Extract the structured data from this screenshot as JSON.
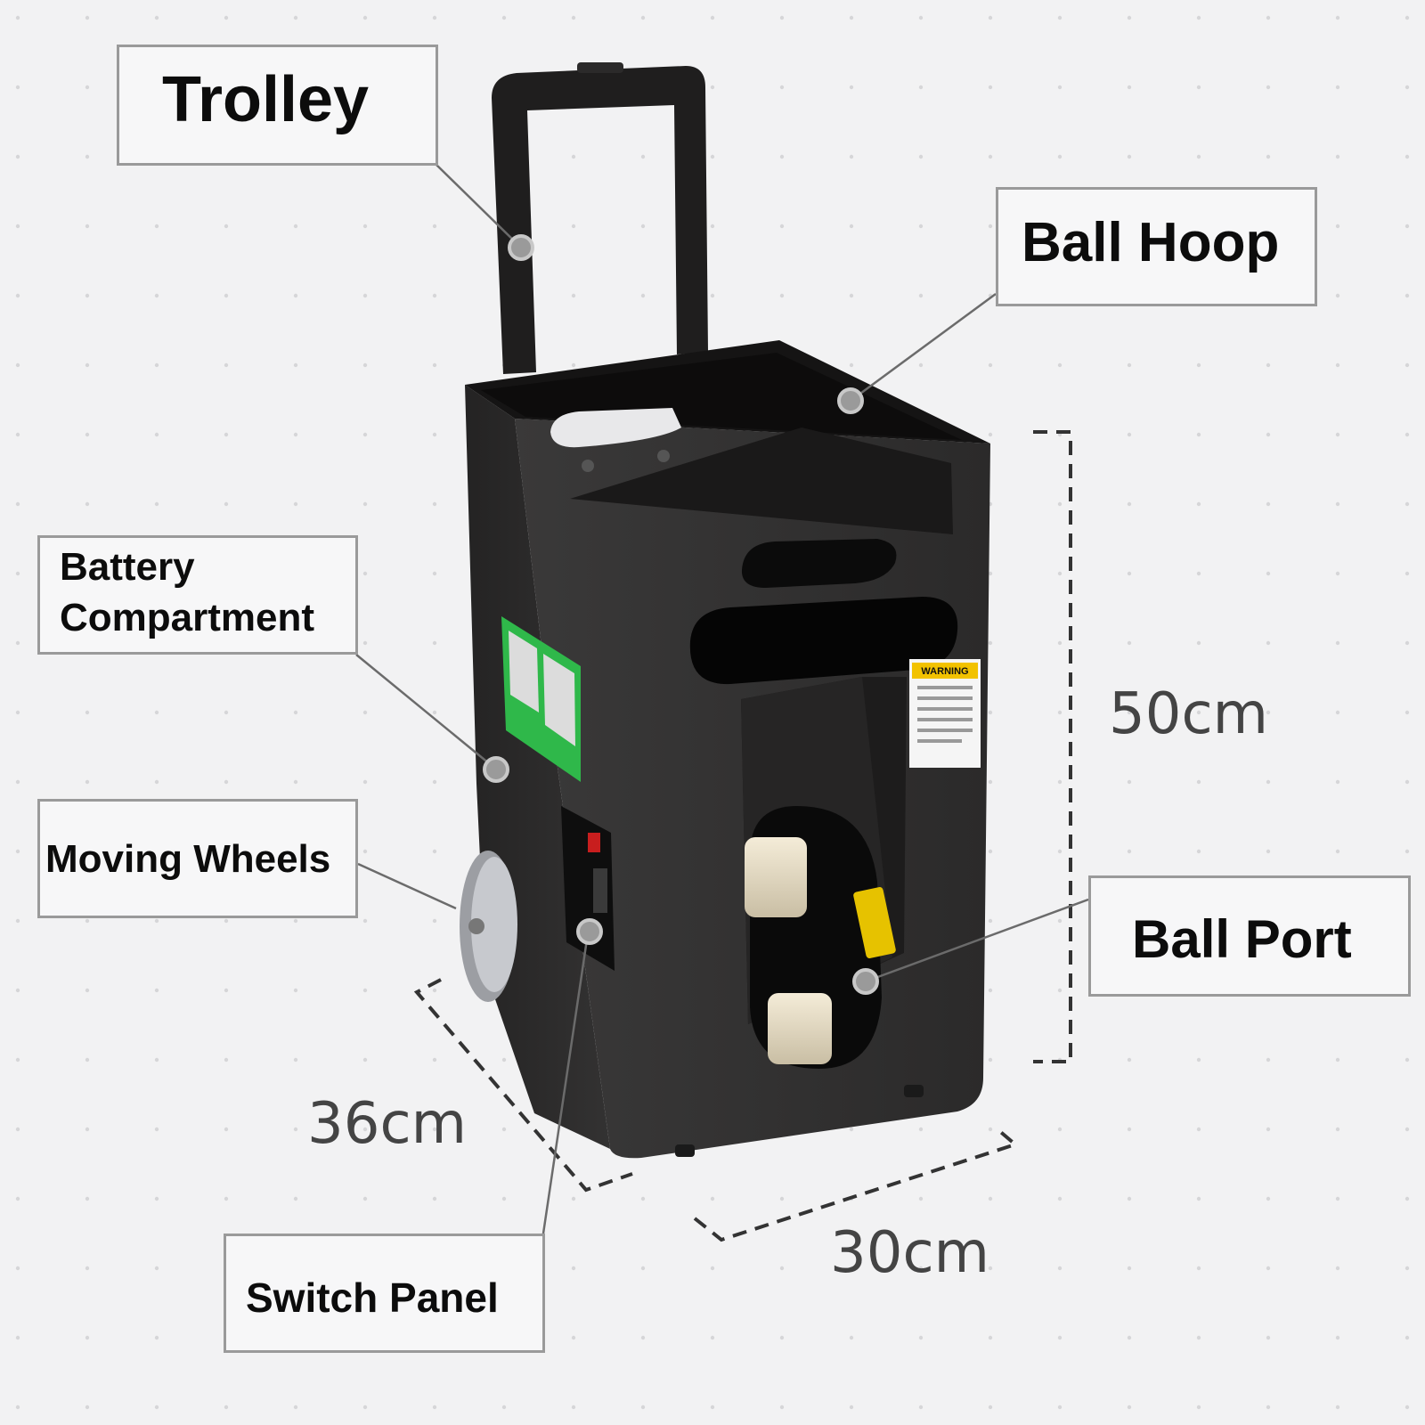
{
  "labels": {
    "trolley": "Trolley",
    "ball_hoop": "Ball Hoop",
    "battery_line1": "Battery",
    "battery_line2": "Compartment",
    "moving_wheels": "Moving Wheels",
    "ball_port": "Ball Port",
    "switch_panel": "Switch Panel"
  },
  "dimensions": {
    "height": "50cm",
    "depth": "36cm",
    "width": "30cm"
  },
  "sticker": {
    "warning": "WARNING"
  },
  "colors": {
    "machine_body": "#2e2d2d",
    "label_border": "#9a9a9a",
    "background": "#f2f2f3",
    "qr_sticker_green": "#2fb84a",
    "warning_yellow": "#f2c200"
  }
}
